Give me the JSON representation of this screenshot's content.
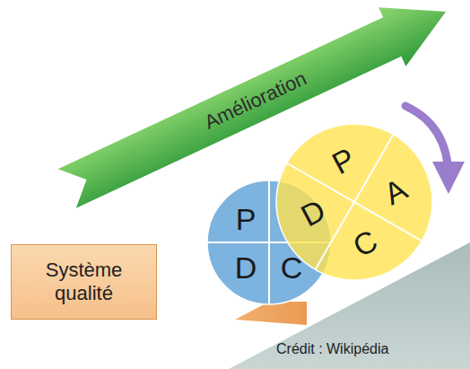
{
  "diagram": {
    "nodes": [
      {
        "text": [
          "Amélioration"
        ]
      },
      {
        "text": [
          "Système qualité"
        ]
      },
      {
        "text": [
          "P",
          "D",
          "C"
        ]
      },
      {
        "text": [
          "P",
          "A",
          "C",
          "D"
        ]
      }
    ],
    "labels": [
      "Crédit : Wikipédia"
    ]
  }
}
